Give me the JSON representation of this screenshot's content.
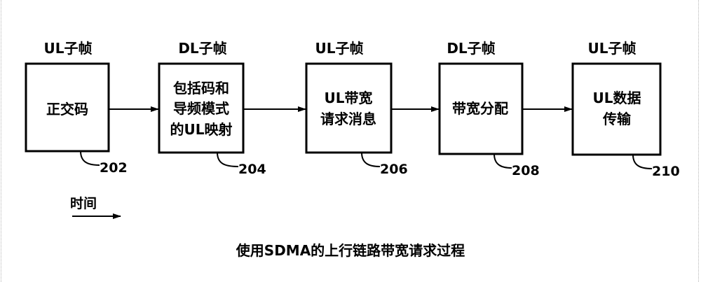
{
  "steps": [
    {
      "subframe": "UL子帧",
      "lines": [
        "正交码"
      ],
      "ref": "202"
    },
    {
      "subframe": "DL子帧",
      "lines": [
        "包括码和",
        "导频模式",
        "的UL映射"
      ],
      "ref": "204"
    },
    {
      "subframe": "UL子帧",
      "lines": [
        "UL带宽",
        "请求消息"
      ],
      "ref": "206"
    },
    {
      "subframe": "DL子帧",
      "lines": [
        "带宽分配"
      ],
      "ref": "208"
    },
    {
      "subframe": "UL子帧",
      "lines": [
        "UL数据",
        "传输"
      ],
      "ref": "210"
    }
  ],
  "time_label": "时间",
  "caption": "使用SDMA的上行链路带宽请求过程"
}
